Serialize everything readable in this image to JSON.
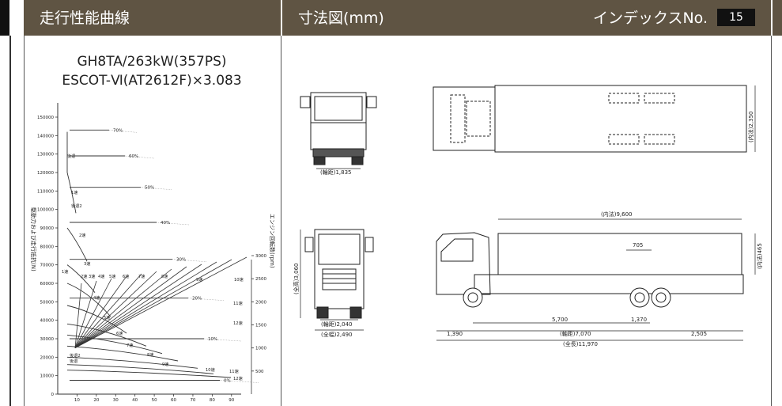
{
  "left_header": {
    "title": "走行性能曲線"
  },
  "right_header": {
    "title": "寸法図(mm)",
    "index_label": "インデックスNo.",
    "index_no": "15"
  },
  "chart": {
    "title_line1": "GH8TA/263kW(357PS)",
    "title_line2": "ESCOT-Ⅵ(AT2612F)×3.083",
    "y_left_label": "駆動力および走行抵抗(N)",
    "y_right_label": "エンジン回転数(rpm)",
    "y_ticks": [
      "150000",
      "140000",
      "130000",
      "120000",
      "110000",
      "100000",
      "90000",
      "80000",
      "70000",
      "60000",
      "50000",
      "40000",
      "30000",
      "20000",
      "10000",
      "0"
    ],
    "rpm_ticks": [
      "3000",
      "2500",
      "2000",
      "1500",
      "1000",
      "500"
    ],
    "x_ticks": [
      "10",
      "20",
      "30",
      "40",
      "50",
      "60",
      "70",
      "80",
      "90"
    ],
    "grade_labels": [
      "70%",
      "60%",
      "50%",
      "40%",
      "30%",
      "20%",
      "10%",
      "0%"
    ],
    "gear_labels": [
      "後退",
      "1速",
      "後退2",
      "2速",
      "3速",
      "1速",
      "2速",
      "3速",
      "4速",
      "5速",
      "6速",
      "7速",
      "8速",
      "9速",
      "10速",
      "11速",
      "12速",
      "4速",
      "5速",
      "6速",
      "7速",
      "8速",
      "9速",
      "10速",
      "11速",
      "12速",
      "後退2",
      "後退"
    ]
  },
  "chart_data": {
    "type": "line",
    "title": "GH8TA/263kW(357PS) ESCOT-Ⅵ(AT2612F)×3.083",
    "ylabel": "駆動力および走行抵抗(N)",
    "y2label": "エンジン回転数(rpm)",
    "ylim": [
      0,
      150000
    ],
    "y2lim": [
      0,
      3000
    ],
    "xlim": [
      0,
      95
    ],
    "grade_resistance": [
      {
        "name": "70%",
        "value": 143000
      },
      {
        "name": "60%",
        "value": 129000
      },
      {
        "name": "50%",
        "value": 112000
      },
      {
        "name": "40%",
        "value": 93000
      },
      {
        "name": "30%",
        "value": 73000
      },
      {
        "name": "20%",
        "value": 52000
      },
      {
        "name": "10%",
        "value": 30000
      },
      {
        "name": "0%",
        "value": 7500
      }
    ]
  },
  "dimensions": {
    "rear_view_tread": "(輪距)1,835",
    "front_tread": "(輪距)2,040",
    "overall_width": "(全幅)2,490",
    "inner_width": "(内法)2,350",
    "overall_height": "(全高)3,060",
    "inner_length": "(内法)9,600",
    "inner_height": "(内法)465",
    "dim_705": "705",
    "wb1": "5,700",
    "wb2": "1,370",
    "front_overhang": "1,390",
    "wheelbase": "(軸距)7,070",
    "rear_overhang": "2,505",
    "overall_length": "(全長)11,970"
  }
}
